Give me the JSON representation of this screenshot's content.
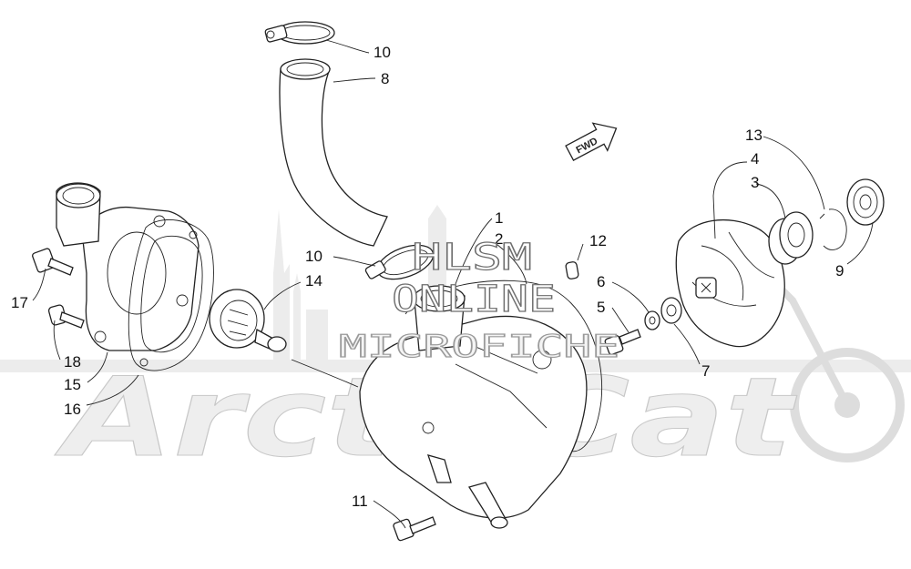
{
  "watermark": {
    "line1": "HLSM",
    "line2": "ONLINE",
    "line3": "MICROFICHE",
    "brand": "ArcticCat"
  },
  "fwd_label": "FWD",
  "callouts": {
    "c1": "1",
    "c2": "2",
    "c3": "3",
    "c4": "4",
    "c5": "5",
    "c6": "6",
    "c7": "7",
    "c8": "8",
    "c9": "9",
    "c10a": "10",
    "c10b": "10",
    "c11": "11",
    "c12": "12",
    "c13": "13",
    "c14": "14",
    "c15": "15",
    "c16": "16",
    "c17": "17",
    "c18": "18"
  }
}
